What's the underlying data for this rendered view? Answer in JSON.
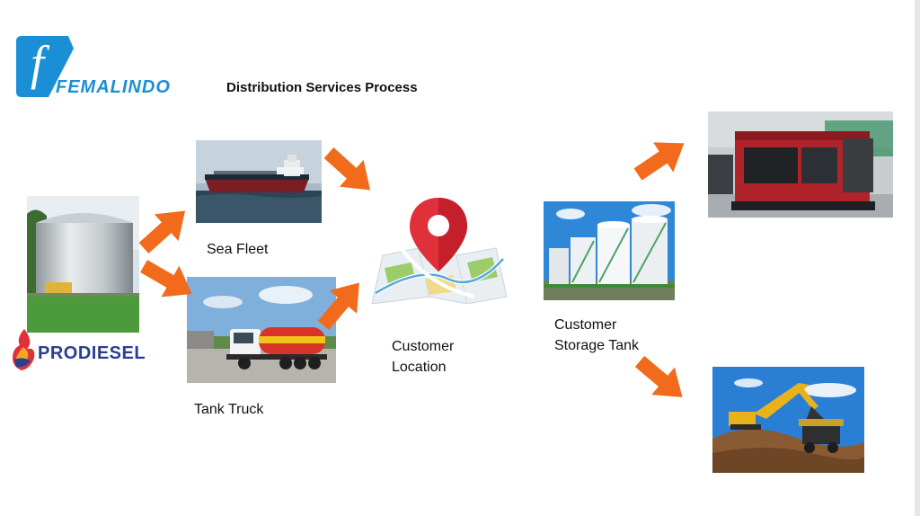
{
  "header": {
    "brand_name": "FEMALINDO",
    "logo_letter": "f",
    "title": "Distribution Services Process"
  },
  "source": {
    "brand_name": "PRODIESEL"
  },
  "nodes": {
    "sea_fleet": "Sea Fleet",
    "tank_truck": "Tank Truck",
    "customer_location_line1": "Customer",
    "customer_location_line2": "Location",
    "storage_tank_line1": "Customer",
    "storage_tank_line2": "Storage Tank"
  },
  "colors": {
    "arrow": "#f26b1d",
    "brand_blue": "#1b8fd6",
    "prodiesel_blue": "#2b3f8f",
    "pin_red": "#e0303a"
  },
  "icons": [
    "storage-tank-photo",
    "ship-photo",
    "truck-photo",
    "map-pin-icon",
    "tank-farm-photo",
    "generator-photo",
    "excavator-photo"
  ]
}
